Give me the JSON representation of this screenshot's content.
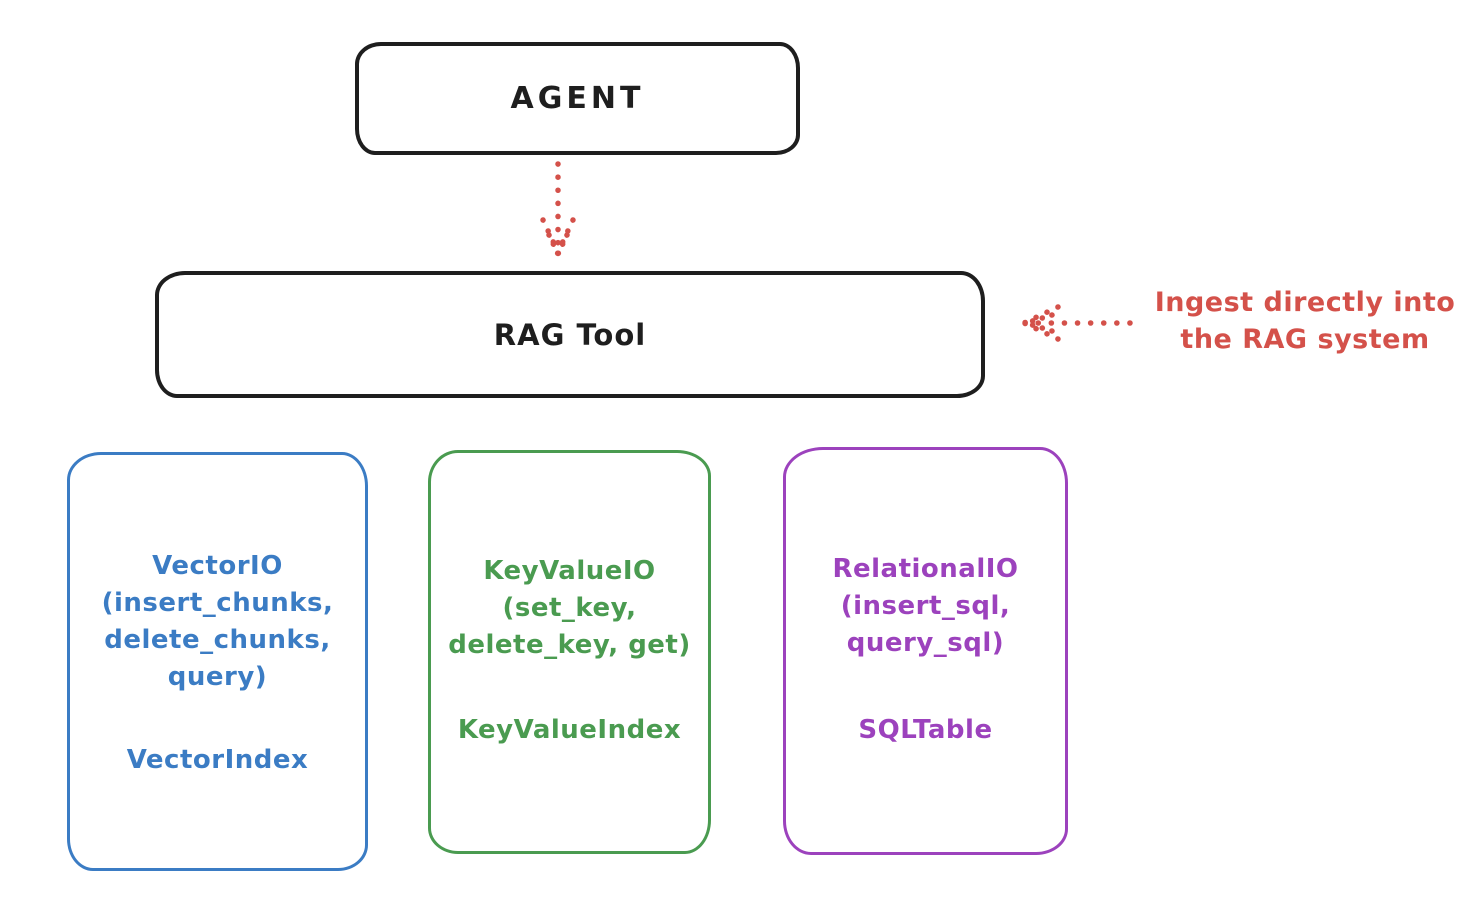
{
  "agent": {
    "label": "AGENT"
  },
  "rag_tool": {
    "label": "RAG Tool"
  },
  "annotation": {
    "line1": "Ingest directly into",
    "line2": "the RAG system"
  },
  "boxes": {
    "vector": {
      "line1": "VectorIO",
      "line2": "(insert_chunks,",
      "line3": "delete_chunks,",
      "line4": "query)",
      "index": "VectorIndex",
      "color": "#3b7cc4"
    },
    "keyvalue": {
      "line1": "KeyValueIO",
      "line2": "(set_key,",
      "line3": "delete_key, get)",
      "index": "KeyValueIndex",
      "color": "#4a9b50"
    },
    "relational": {
      "line1": "RelationalIO",
      "line2": "(insert_sql,",
      "line3": "query_sql)",
      "index": "SQLTable",
      "color": "#9c42bd"
    }
  },
  "colors": {
    "stroke_black": "#1e1e1e",
    "accent_red": "#d4514a"
  }
}
